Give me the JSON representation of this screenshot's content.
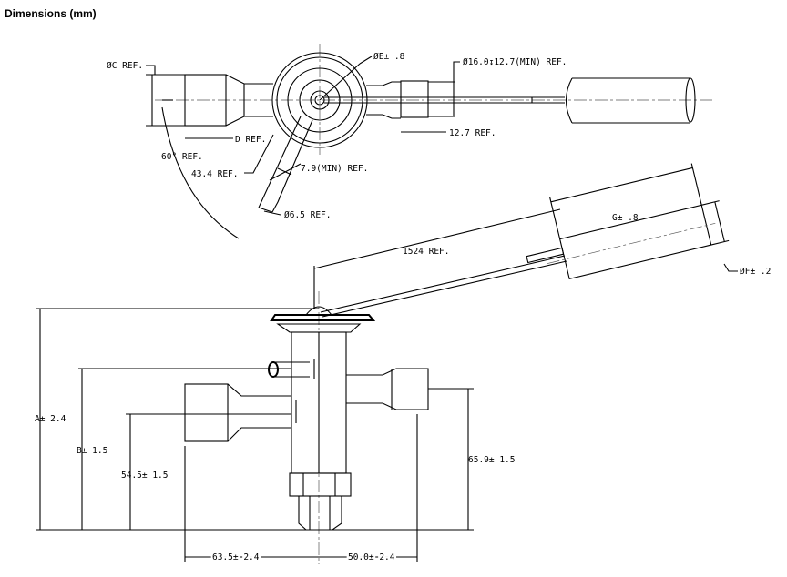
{
  "title": "Dimensions (mm)",
  "top_view": {
    "c_ref": "ØC REF.",
    "e_dim": "ØE± .8",
    "socket": "Ø16.0↧12.7(MIN) REF.",
    "d_ref": "D REF.",
    "angle": "60° REF.",
    "len_434": "43.4 REF.",
    "min_79": "7.9(MIN) REF.",
    "len_127": "12.7 REF.",
    "dia_65": "Ø6.5 REF."
  },
  "side_view": {
    "capillary": "1524 REF.",
    "g_dim": "G± .8",
    "f_dim": "ØF± .2",
    "a_dim": "A± 2.4",
    "b_dim": "B± 1.5",
    "h_545": "54.5± 1.5",
    "h_659": "65.9± 1.5",
    "w_635": "63.5± 2.4",
    "w_500": "50.0± 2.4"
  }
}
